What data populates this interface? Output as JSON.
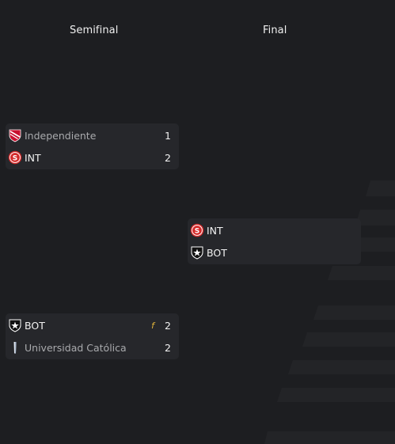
{
  "rounds": {
    "semifinal_title": "Semifinal",
    "final_title": "Final"
  },
  "colors": {
    "background": "#1d1e21",
    "card": "#26272b",
    "text": "#f2f2f2",
    "muted_text": "#a9aaad",
    "flag": "#e2b43c",
    "int_red": "#d42a2a",
    "independiente_red": "#c8102e"
  },
  "semifinal_1": {
    "team1": {
      "name": "Independiente",
      "score": "1",
      "crest_icon": "independiente-crest-icon"
    },
    "team2": {
      "name": "INT",
      "score": "2",
      "crest_icon": "internacional-crest-icon"
    }
  },
  "semifinal_2": {
    "team1": {
      "name": "BOT",
      "score": "2",
      "flag": "f",
      "crest_icon": "botafogo-crest-icon"
    },
    "team2": {
      "name": "Universidad Católica",
      "score": "2",
      "crest_icon": "universidad-catolica-crest-icon"
    }
  },
  "final": {
    "team1": {
      "name": "INT",
      "crest_icon": "internacional-crest-icon"
    },
    "team2": {
      "name": "BOT",
      "crest_icon": "botafogo-crest-icon"
    }
  }
}
